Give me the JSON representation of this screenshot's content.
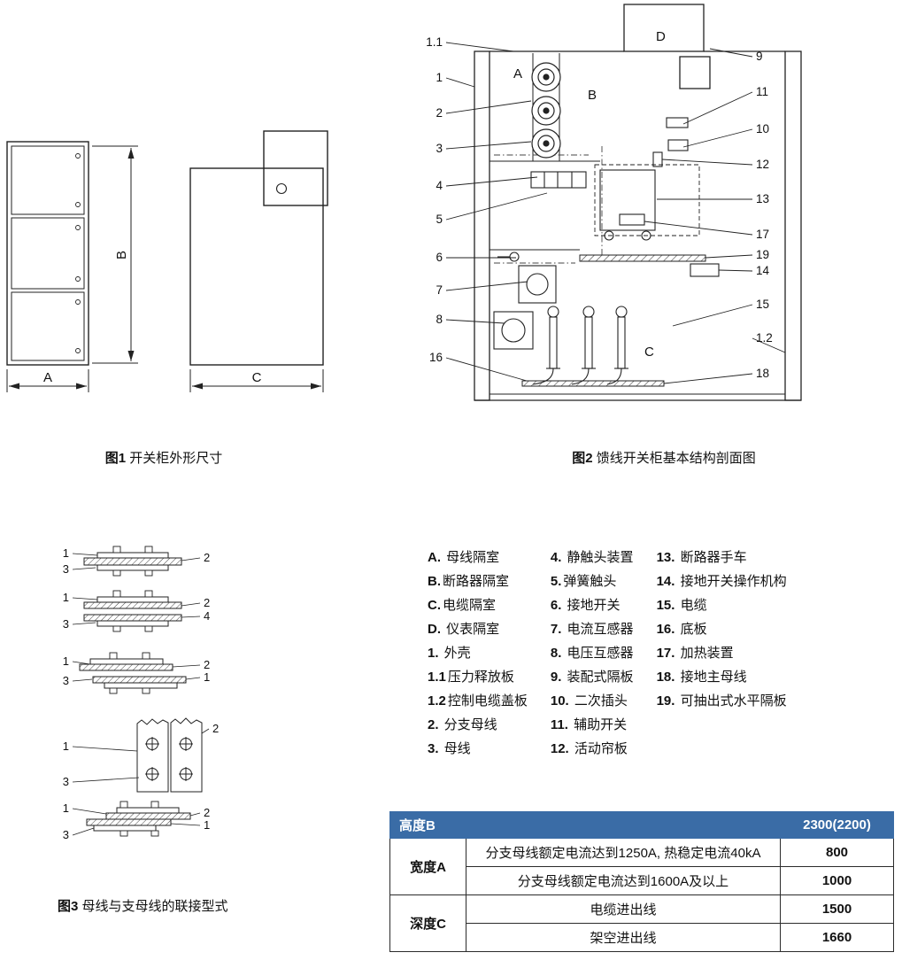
{
  "figures": {
    "fig1": {
      "caption_label": "图1",
      "caption_text": " 开关柜外形尺寸",
      "dim_a": "A",
      "dim_b": "B",
      "dim_c": "C"
    },
    "fig2": {
      "caption_label": "图2",
      "caption_text": " 馈线开关柜基本结构剖面图",
      "letters": [
        "A",
        "B",
        "C",
        "D"
      ],
      "left": [
        "1.1",
        "1",
        "2",
        "3",
        "4",
        "5",
        "6",
        "7",
        "8",
        "16"
      ],
      "right": [
        "9",
        "11",
        "10",
        "12",
        "13",
        "17",
        "19",
        "14",
        "15",
        "1.2",
        "18"
      ]
    },
    "fig3": {
      "caption_label": "图3",
      "caption_text": " 母线与支母线的联接型式",
      "d1": [
        "1",
        "2",
        "3"
      ],
      "d2": [
        "1",
        "2",
        "4",
        "3"
      ],
      "d3": [
        "1",
        "2",
        "1",
        "3"
      ],
      "d4": [
        "2",
        "1",
        "3"
      ],
      "d5": [
        "1",
        "2",
        "1",
        "3"
      ]
    }
  },
  "legend": {
    "col1": [
      {
        "k": "A.",
        "v": " 母线隔室"
      },
      {
        "k": "B.",
        "v": "断路器隔室"
      },
      {
        "k": "C.",
        "v": "电缆隔室"
      },
      {
        "k": "D.",
        "v": " 仪表隔室"
      },
      {
        "k": "1.",
        "v": " 外壳"
      },
      {
        "k": "1.1",
        "v": "压力释放板"
      },
      {
        "k": "1.2",
        "v": "控制电缆盖板"
      },
      {
        "k": "2.",
        "v": " 分支母线"
      },
      {
        "k": "3.",
        "v": " 母线"
      }
    ],
    "col2": [
      {
        "k": "4.",
        "v": " 静触头装置"
      },
      {
        "k": "5.",
        "v": "弹簧触头"
      },
      {
        "k": "6.",
        "v": " 接地开关"
      },
      {
        "k": "7.",
        "v": " 电流互感器"
      },
      {
        "k": "8.",
        "v": " 电压互感器"
      },
      {
        "k": "9.",
        "v": " 装配式隔板"
      },
      {
        "k": "10.",
        "v": " 二次插头"
      },
      {
        "k": "11.",
        "v": " 辅助开关"
      },
      {
        "k": "12.",
        "v": " 活动帘板"
      }
    ],
    "col3": [
      {
        "k": "13.",
        "v": " 断路器手车"
      },
      {
        "k": "14.",
        "v": " 接地开关操作机构"
      },
      {
        "k": "15.",
        "v": " 电缆"
      },
      {
        "k": "16.",
        "v": " 底板"
      },
      {
        "k": "17.",
        "v": " 加热装置"
      },
      {
        "k": "18.",
        "v": " 接地主母线"
      },
      {
        "k": "19.",
        "v": " 可抽出式水平隔板"
      }
    ]
  },
  "table": {
    "header_bg": "#3a6ca6",
    "header": {
      "c1": "高度B",
      "c2": "",
      "c3": "2300(2200)"
    },
    "rows": [
      {
        "group": "宽度A",
        "desc": "分支母线额定电流达到1250A, 热稳定电流40kA",
        "value": "800"
      },
      {
        "desc": "分支母线额定电流达到1600A及以上",
        "value": "1000"
      },
      {
        "group": "深度C",
        "desc": "电缆进出线",
        "value": "1500"
      },
      {
        "desc": "架空进出线",
        "value": "1660"
      }
    ]
  }
}
